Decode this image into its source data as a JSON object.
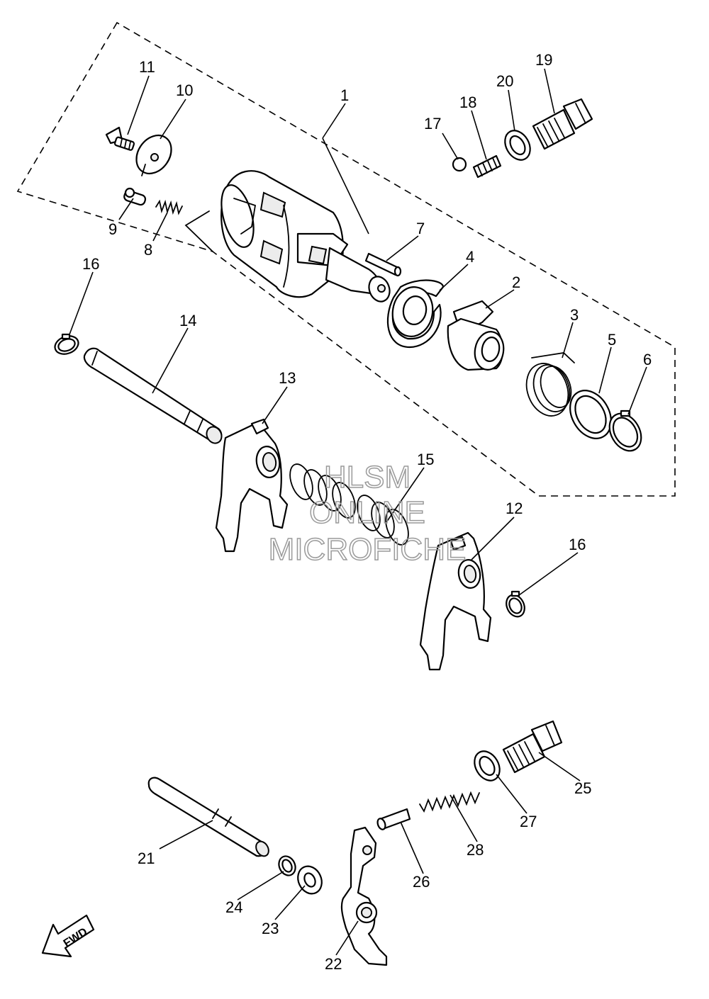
{
  "diagram": {
    "callouts": [
      {
        "id": "1",
        "label": "1"
      },
      {
        "id": "2",
        "label": "2"
      },
      {
        "id": "3",
        "label": "3"
      },
      {
        "id": "4",
        "label": "4"
      },
      {
        "id": "5",
        "label": "5"
      },
      {
        "id": "6",
        "label": "6"
      },
      {
        "id": "7",
        "label": "7"
      },
      {
        "id": "8",
        "label": "8"
      },
      {
        "id": "9",
        "label": "9"
      },
      {
        "id": "10",
        "label": "10"
      },
      {
        "id": "11",
        "label": "11"
      },
      {
        "id": "12",
        "label": "12"
      },
      {
        "id": "13",
        "label": "13"
      },
      {
        "id": "14",
        "label": "14"
      },
      {
        "id": "15",
        "label": "15"
      },
      {
        "id": "16a",
        "label": "16"
      },
      {
        "id": "16b",
        "label": "16"
      },
      {
        "id": "17",
        "label": "17"
      },
      {
        "id": "18",
        "label": "18"
      },
      {
        "id": "19",
        "label": "19"
      },
      {
        "id": "20",
        "label": "20"
      },
      {
        "id": "21",
        "label": "21"
      },
      {
        "id": "22",
        "label": "22"
      },
      {
        "id": "23",
        "label": "23"
      },
      {
        "id": "24",
        "label": "24"
      },
      {
        "id": "25",
        "label": "25"
      },
      {
        "id": "26",
        "label": "26"
      },
      {
        "id": "27",
        "label": "27"
      },
      {
        "id": "28",
        "label": "28"
      }
    ],
    "watermark": {
      "line1": "HLSM",
      "line2": "ONLINE",
      "line3": "MICROFICHE"
    },
    "direction_arrow": {
      "label": "FWD",
      "icon": "fwd-arrow-icon"
    }
  }
}
